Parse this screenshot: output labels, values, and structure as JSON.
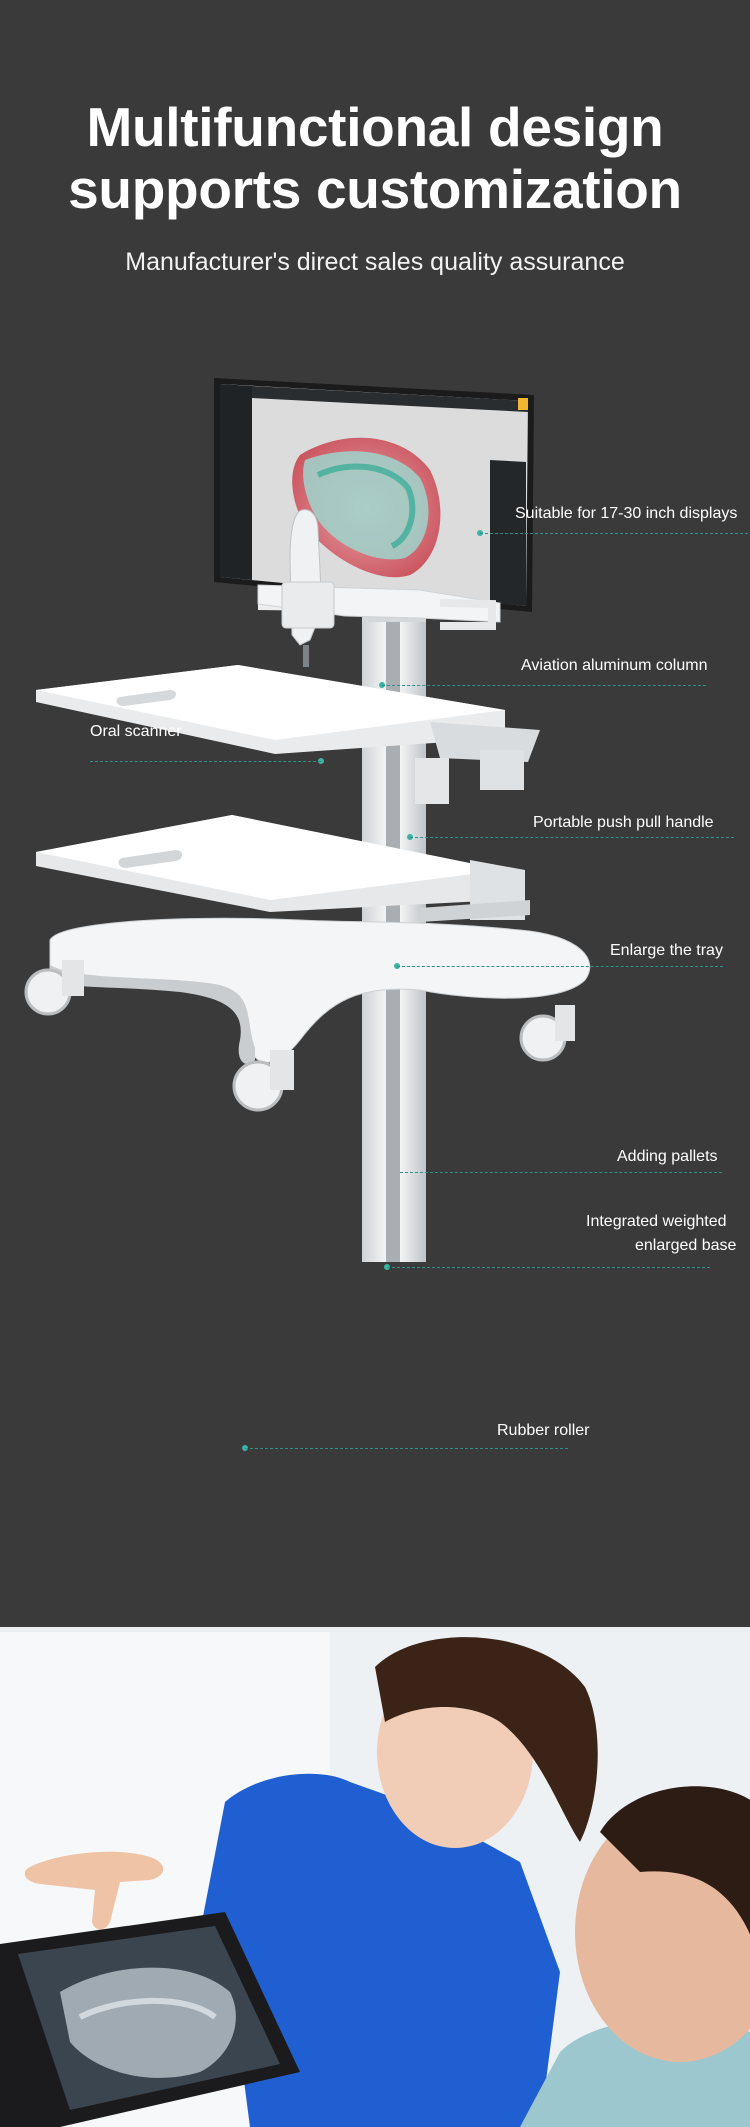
{
  "header": {
    "title_line1": "Multifunctional design",
    "title_line2": "supports customization",
    "subtitle": "Manufacturer's direct sales quality assurance"
  },
  "features": {
    "display": "Suitable for 17-30 inch displays",
    "column": "Aviation aluminum column",
    "scanner": "Oral scanner",
    "handle": "Portable push pull handle",
    "tray": "Enlarge the tray",
    "pallets": "Adding pallets",
    "base_line1": "Integrated weighted",
    "base_line2": "enlarged base",
    "roller": "Rubber roller"
  },
  "colors": {
    "background": "#3a3a3a",
    "accent": "#3bb3a5",
    "scrub": "#1f5fd1"
  }
}
